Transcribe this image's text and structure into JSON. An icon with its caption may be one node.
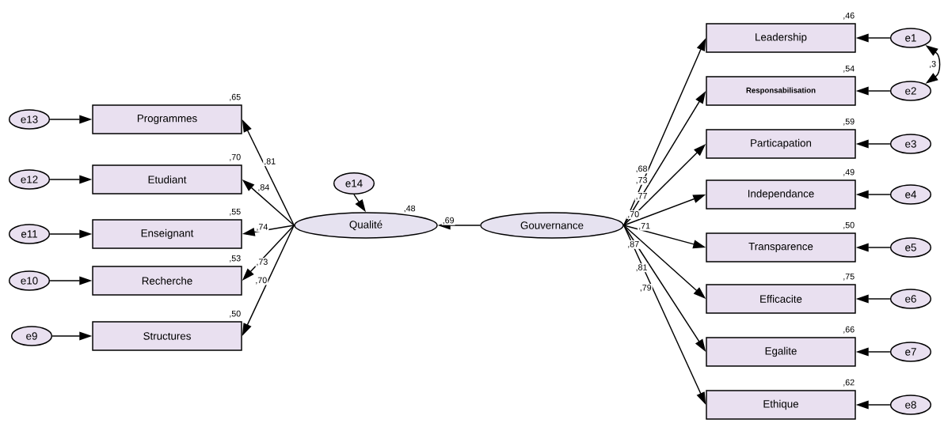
{
  "diagram": {
    "nodes": [
      {
        "text": [
          "Programmes"
        ],
        "beside": [
          ",65"
        ]
      },
      {
        "text": [
          "Etudiant"
        ],
        "beside": [
          ",70"
        ]
      },
      {
        "text": [
          "Enseignant"
        ],
        "beside": [
          ",55"
        ]
      },
      {
        "text": [
          "Recherche"
        ],
        "beside": [
          ",53"
        ]
      },
      {
        "text": [
          "Structures"
        ],
        "beside": [
          ",50"
        ]
      },
      {
        "text": [
          "e13"
        ]
      },
      {
        "text": [
          "e12"
        ]
      },
      {
        "text": [
          "e11"
        ]
      },
      {
        "text": [
          "e10"
        ]
      },
      {
        "text": [
          "e9"
        ]
      },
      {
        "text": [
          "e14"
        ]
      },
      {
        "text": [
          "Qualité"
        ],
        "beside": [
          ",48"
        ]
      },
      {
        "text": [
          "Gouvernance"
        ]
      },
      {
        "text": [
          "Leadership"
        ],
        "beside": [
          ",46"
        ]
      },
      {
        "text": [
          "Responsabilisation"
        ],
        "beside": [
          ",54"
        ]
      },
      {
        "text": [
          "Particapation"
        ],
        "beside": [
          ",59"
        ]
      },
      {
        "text": [
          "Independance"
        ],
        "beside": [
          ",49"
        ]
      },
      {
        "text": [
          "Transparence"
        ],
        "beside": [
          ",50"
        ]
      },
      {
        "text": [
          "Efficacite"
        ],
        "beside": [
          ",75"
        ]
      },
      {
        "text": [
          "Egalite"
        ],
        "beside": [
          ",66"
        ]
      },
      {
        "text": [
          "Ethique"
        ],
        "beside": [
          ",62"
        ]
      },
      {
        "text": [
          "e1"
        ]
      },
      {
        "text": [
          "e2"
        ]
      },
      {
        "text": [
          "e3"
        ]
      },
      {
        "text": [
          "e4"
        ]
      },
      {
        "text": [
          "e5"
        ]
      },
      {
        "text": [
          "e6"
        ]
      },
      {
        "text": [
          "e7"
        ]
      },
      {
        "text": [
          "e8"
        ]
      }
    ],
    "edges": [
      {
        "from": 11,
        "to": 0,
        "arrow": "to",
        "label": ",81"
      },
      {
        "from": 11,
        "to": 1,
        "arrow": "to",
        "label": ",84"
      },
      {
        "from": 11,
        "to": 2,
        "arrow": "to",
        "label": ",74"
      },
      {
        "from": 11,
        "to": 3,
        "arrow": "to",
        "label": ",73"
      },
      {
        "from": 11,
        "to": 4,
        "arrow": "to",
        "label": ",70"
      },
      {
        "from": 5,
        "to": 0,
        "arrow": "to"
      },
      {
        "from": 6,
        "to": 1,
        "arrow": "to"
      },
      {
        "from": 7,
        "to": 2,
        "arrow": "to"
      },
      {
        "from": 8,
        "to": 3,
        "arrow": "to"
      },
      {
        "from": 9,
        "to": 4,
        "arrow": "to"
      },
      {
        "from": 10,
        "to": 11,
        "arrow": "to"
      },
      {
        "from": 12,
        "to": 11,
        "arrow": "to",
        "label": ",69"
      },
      {
        "from": 12,
        "to": 13,
        "arrow": "to",
        "label": ",68"
      },
      {
        "from": 12,
        "to": 14,
        "arrow": "to",
        "label": ",73"
      },
      {
        "from": 12,
        "to": 15,
        "arrow": "to",
        "label": ",77"
      },
      {
        "from": 12,
        "to": 16,
        "arrow": "to",
        "label": ",70"
      },
      {
        "from": 12,
        "to": 17,
        "arrow": "to",
        "label": ",71"
      },
      {
        "from": 12,
        "to": 18,
        "arrow": "to",
        "label": ",87"
      },
      {
        "from": 12,
        "to": 19,
        "arrow": "to",
        "label": ",81"
      },
      {
        "from": 12,
        "to": 20,
        "arrow": "to",
        "label": ",79"
      },
      {
        "from": 21,
        "to": 13,
        "arrow": "to"
      },
      {
        "from": 22,
        "to": 14,
        "arrow": "to"
      },
      {
        "from": 23,
        "to": 15,
        "arrow": "to"
      },
      {
        "from": 24,
        "to": 16,
        "arrow": "to"
      },
      {
        "from": 25,
        "to": 17,
        "arrow": "to"
      },
      {
        "from": 26,
        "to": 18,
        "arrow": "to"
      },
      {
        "from": 27,
        "to": 19,
        "arrow": "to"
      },
      {
        "from": 28,
        "to": 20,
        "arrow": "to"
      },
      {
        "from": 21,
        "to": 22,
        "arrow": "both",
        "label": ",3"
      }
    ]
  }
}
